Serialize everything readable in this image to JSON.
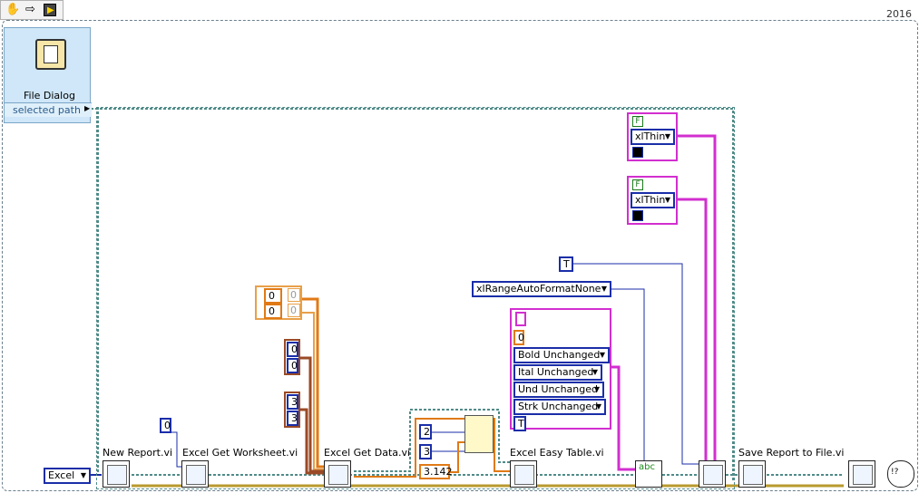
{
  "header": {
    "year": "2016"
  },
  "file_dialog": {
    "title": "File Dialog",
    "output": "selected path"
  },
  "vis": {
    "new_report": "New Report.vi",
    "get_worksheet": "Excel Get Worksheet.vi",
    "get_data": "Excel Get Data.vi",
    "easy_table": "Excel Easy Table.vi",
    "save_report": "Save Report to File.vi"
  },
  "constants": {
    "report_type": "Excel",
    "worksheet_index": "0",
    "array1": [
      "0",
      "0"
    ],
    "array1_dim": [
      "0",
      "0"
    ],
    "array2": [
      "0",
      "0"
    ],
    "array3": [
      "3",
      "3"
    ],
    "build_a": "2",
    "build_b": "3",
    "pi": "3.142",
    "autoformat": "xlRangeAutoFormatNone",
    "bool_true": "T",
    "border1_flag": "F",
    "border1_type": "xlThin",
    "border2_flag": "F",
    "border2_type": "xlThin",
    "font_size": "0",
    "bold": "Bold Unchanged",
    "italic": "Ital Unchanged",
    "underline": "Und Unchanged",
    "strike": "Strk Unchanged",
    "font_bool": "T"
  },
  "colors": {
    "int_wire": "#1a2ea8",
    "dbl_wire": "#e07a16",
    "cluster_wire": "#d22fcf",
    "array_wire": "#9a4a26",
    "refnum_wire": "#4f8b88"
  }
}
